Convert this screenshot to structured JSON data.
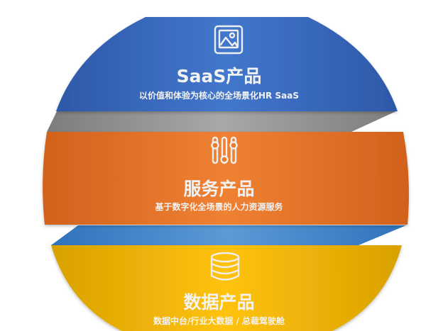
{
  "diagram": {
    "type": "sliced-sphere-layers",
    "layers": [
      {
        "id": "saas",
        "title": "SaaS产品",
        "subtitle": "以价值和体验为核心的全场景化HR SaaS",
        "icon": "image-icon",
        "color": "#3f71c3"
      },
      {
        "id": "service",
        "title": "服务产品",
        "subtitle": "基于数字化全场景的人力资源服务",
        "icon": "sliders-icon",
        "color": "#ec7a2c"
      },
      {
        "id": "data",
        "title": "数据产品",
        "subtitle": "数据中台/行业大数据 / 总裁驾驶舱",
        "icon": "database-icon",
        "color": "#fdbe07"
      }
    ],
    "connectors": [
      {
        "between": "saas-service",
        "color": "#9a9a9a"
      },
      {
        "between": "service-data",
        "color": "#4f8fd0"
      }
    ]
  }
}
